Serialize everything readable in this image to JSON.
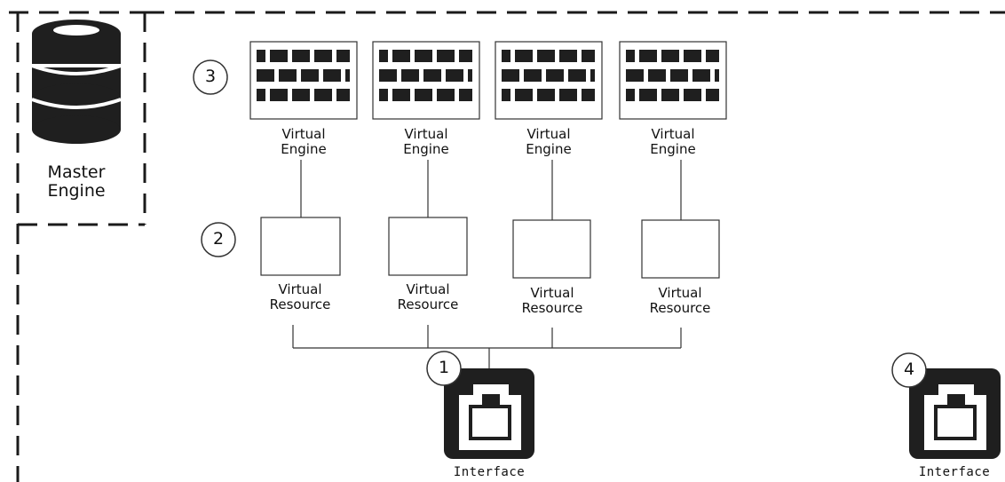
{
  "master": {
    "line1": "Master",
    "line2": "Engine"
  },
  "callouts": {
    "one": "1",
    "two": "2",
    "three": "3",
    "four": "4"
  },
  "engines": [
    {
      "line1": "Virtual",
      "line2": "Engine"
    },
    {
      "line1": "Virtual",
      "line2": "Engine"
    },
    {
      "line1": "Virtual",
      "line2": "Engine"
    },
    {
      "line1": "Virtual",
      "line2": "Engine"
    }
  ],
  "resources": [
    {
      "line1": "Virtual",
      "line2": "Resource"
    },
    {
      "line1": "Virtual",
      "line2": "Resource"
    },
    {
      "line1": "Virtual",
      "line2": "Resource"
    },
    {
      "line1": "Virtual",
      "line2": "Resource"
    }
  ],
  "interfaces": [
    {
      "label": "Interface"
    },
    {
      "label": "Interface"
    }
  ],
  "colors": {
    "stroke": "#1a1a1a",
    "fill_dark": "#1f1f1f",
    "fill_light": "#ffffff"
  }
}
